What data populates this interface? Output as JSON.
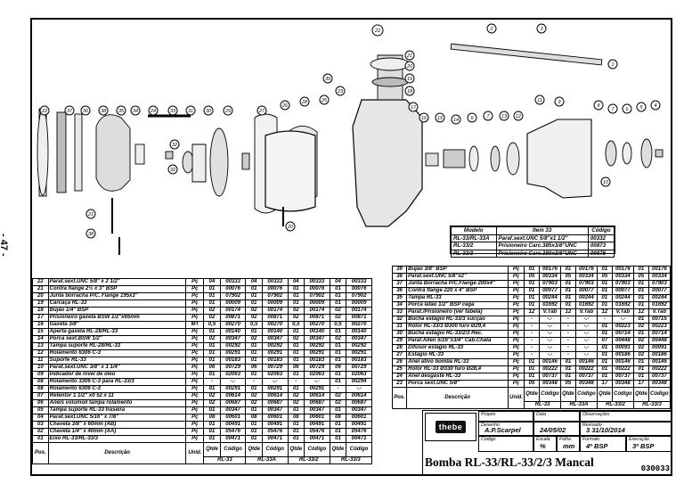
{
  "page_number": "- 47 -",
  "model_table": {
    "headers": [
      "Modelo",
      "Item 33",
      "Código"
    ],
    "rows": [
      [
        "RL-33/RL-33A",
        "Paraf.sext.UNC 5/8\"x1 1/2\"",
        "00332"
      ],
      [
        "RL-33/2",
        "Prisioneiro Carc.385x3/8\"UNC",
        "00873"
      ],
      [
        "RL-33/3",
        "Prisioneiro Carc.380x3/8\"UNC",
        "00875"
      ]
    ]
  },
  "left_table": {
    "rows": [
      [
        "22",
        "Paraf.sext.UNC 5/8\" x 2 1/2\"",
        "Pç",
        "04",
        "00333",
        "04",
        "00333",
        "04",
        "00333",
        "04",
        "00333"
      ],
      [
        "21",
        "Contra flange 2½ x 3\" BSP",
        "Pç",
        "01",
        "00076",
        "01",
        "00076",
        "01",
        "00076",
        "01",
        "00076"
      ],
      [
        "20",
        "Junta borracha P/C. Flange 195x3\"",
        "Pç",
        "01",
        "07902",
        "01",
        "07902",
        "01",
        "07902",
        "01",
        "07902"
      ],
      [
        "19",
        "Carcaça RL-33",
        "Pç",
        "01",
        "00009",
        "01",
        "00009",
        "01",
        "00009",
        "01",
        "00009"
      ],
      [
        "18",
        "Bujão 1/4\" BSP",
        "Pç",
        "02",
        "00174",
        "02",
        "00174",
        "02",
        "00174",
        "02",
        "00174"
      ],
      [
        "17",
        "Prisioneiro gaxeta BSW 1/2\"x65mm",
        "Pç",
        "02",
        "00871",
        "02",
        "00871",
        "02",
        "00871",
        "02",
        "00871"
      ],
      [
        "16",
        "Gaxeta 3/8\"",
        "MT",
        "0,5",
        "00270",
        "0,5",
        "00270",
        "0,5",
        "00270",
        "0,5",
        "00270"
      ],
      [
        "15",
        "Aperta gaxeta RL-28/RL-33",
        "Pç",
        "01",
        "00140",
        "01",
        "00140",
        "01",
        "00140",
        "01",
        "00140"
      ],
      [
        "14",
        "Porca sext.BSW 1/2\"",
        "Pç",
        "02",
        "00347",
        "02",
        "00347",
        "02",
        "00347",
        "02",
        "00347"
      ],
      [
        "13",
        "Tampa suporte RL-28/RL-33",
        "Pç",
        "01",
        "00292",
        "01",
        "00292",
        "01",
        "00292",
        "01",
        "00292"
      ],
      [
        "12",
        "Rolamento 6306 C-3",
        "Pç",
        "01",
        "00291",
        "01",
        "00291",
        "01",
        "00291",
        "01",
        "00291"
      ],
      [
        "11",
        "Suporte RL-33",
        "Pç",
        "01",
        "00183",
        "01",
        "00183",
        "01",
        "00183",
        "01",
        "00183"
      ],
      [
        "10",
        "Paraf.sext.UNC 3/8\" x 1 1/4\"",
        "Pç",
        "06",
        "00729",
        "06",
        "00729",
        "06",
        "00729",
        "06",
        "00729"
      ],
      [
        "09",
        "Indicador de nível de óleo",
        "Pç",
        "01",
        "02063",
        "01",
        "02063",
        "01",
        "02063",
        "01",
        "02063"
      ],
      [
        "08",
        "Rolamento 3306 C-3 para RL-33/3",
        "Pç",
        "-",
        "-.-",
        "-",
        "-.-",
        "-",
        "-.-",
        "01",
        "00294"
      ],
      [
        "08",
        "Rolamento 6306 C-3",
        "Pç",
        "01",
        "00291",
        "01",
        "00291",
        "01",
        "00291",
        "-",
        "-.-"
      ],
      [
        "07",
        "Retentor 1 1/2\" x0 52 x 11",
        "Pç",
        "02",
        "00614",
        "02",
        "00614",
        "02",
        "00614",
        "02",
        "00614"
      ],
      [
        "06",
        "Anéis volumoil tampa rolamento",
        "Pç",
        "02",
        "00687",
        "02",
        "00687",
        "02",
        "00687",
        "02",
        "00687"
      ],
      [
        "05",
        "Tampa suporte RL-33 traseira",
        "Pç",
        "01",
        "00347",
        "01",
        "00347",
        "01",
        "00347",
        "01",
        "00347"
      ],
      [
        "04",
        "Paraf.sext.UNC 5/16\" x 7/8\"",
        "Pç",
        "08",
        "00601",
        "08",
        "00601",
        "08",
        "00601",
        "08",
        "00601"
      ],
      [
        "03",
        "Chaveta 3/8\" x 60mm (AB)",
        "Pç",
        "01",
        "00491",
        "01",
        "00491",
        "01",
        "00491",
        "01",
        "00491"
      ],
      [
        "02",
        "Chaveta 1/4\" x 40mm (AA)",
        "Pç",
        "01",
        "05476",
        "01",
        "05476",
        "01",
        "05476",
        "01",
        "05476"
      ],
      [
        "01",
        "Eixo RL-33/RL-33/3",
        "Pç",
        "01",
        "00471",
        "01",
        "00471",
        "01",
        "00471",
        "01",
        "00471"
      ]
    ],
    "footer": {
      "pos": "Pos.",
      "desc": "Descrição",
      "unid": "Unid.",
      "qtd": "Qtde",
      "cod": "Código",
      "models": [
        "RL-33",
        "RL-33A",
        "RL-33/2",
        "RL-33/3"
      ]
    }
  },
  "right_table": {
    "rows": [
      [
        "39",
        "Bujão 3/8\" BSP",
        "Pç",
        "01",
        "00176",
        "01",
        "00176",
        "01",
        "00176",
        "01",
        "00176"
      ],
      [
        "38",
        "Paraf.sext.UNC 5/8\"x2\"",
        "Pç",
        "05",
        "00334",
        "05",
        "00334",
        "05",
        "00334",
        "05",
        "00334"
      ],
      [
        "37",
        "Junta Borracha P/C.Flange 200x4\"",
        "Pç",
        "01",
        "07903",
        "01",
        "07903",
        "01",
        "07903",
        "01",
        "07903"
      ],
      [
        "36",
        "Contra flange 220 x 4\" BSP",
        "Pç",
        "01",
        "00077",
        "01",
        "00077",
        "01",
        "00077",
        "01",
        "00077"
      ],
      [
        "35",
        "Tampa RL-33",
        "Pç",
        "01",
        "00244",
        "01",
        "00244",
        "01",
        "00244",
        "01",
        "00244"
      ],
      [
        "34",
        "Porca latão 1/2\" BSP cega",
        "Pç",
        "01",
        "01692",
        "01",
        "01692",
        "01",
        "01692",
        "01",
        "01692"
      ],
      [
        "33",
        "Paraf./Prisioneiro (ver tabela)",
        "Pç",
        "12",
        "V.Tab",
        "12",
        "V.Tab",
        "12",
        "V.Tab",
        "12",
        "V.Tab"
      ],
      [
        "32",
        "Bucha estágio RL-33/3 sucção",
        "Pç",
        "-",
        "-.-",
        "-",
        "-.-",
        "-",
        "-.-",
        "01",
        "00715"
      ],
      [
        "31",
        "Rotor RL-33/3 Ø300 furo Ø29,4",
        "Pç",
        "-",
        "-.-",
        "-",
        "-.-",
        "01",
        "00223",
        "02",
        "00223"
      ],
      [
        "30",
        "Bucha estágio RL-33/2/3 Rec.",
        "Pç",
        "-",
        "-.-",
        "-",
        "-.-",
        "01",
        "00714",
        "01",
        "00714"
      ],
      [
        "29",
        "Paraf.Allen 5/16\"x3/4\" Cab.Chata",
        "Pç",
        "-",
        "-.-",
        "-",
        "-.-",
        "07",
        "00448",
        "02",
        "00448"
      ],
      [
        "28",
        "Difusor estágio RL-33",
        "Pç",
        "-",
        "-.-",
        "-",
        "-.-",
        "01",
        "00091",
        "02",
        "00091"
      ],
      [
        "27",
        "Estágio RL-33",
        "Pç",
        "-",
        "-.-",
        "-",
        "-.-",
        "01",
        "00186",
        "02",
        "00186"
      ],
      [
        "26",
        "Anel ativo bomba RL-33",
        "Pç",
        "01",
        "00146",
        "01",
        "00146",
        "01",
        "00146",
        "01",
        "00146"
      ],
      [
        "25",
        "Rotor RL-33 Ø330 furo Ø28,4",
        "Pç",
        "01",
        "00222",
        "01",
        "00222",
        "01",
        "00222",
        "01",
        "00222"
      ],
      [
        "24",
        "Anel desgaste RL-33",
        "Pç",
        "01",
        "00737",
        "01",
        "00737",
        "01",
        "00737",
        "01",
        "00737"
      ],
      [
        "23",
        "Porca sext.UNC 5/8\"",
        "Pç",
        "05",
        "00348",
        "05",
        "00348",
        "17",
        "00348",
        "17",
        "00348"
      ]
    ],
    "footer": {
      "pos": "Pos.",
      "desc": "Descrição",
      "unid": "Unid.",
      "qtd": "Qtde",
      "cod": "Código",
      "models": [
        "RL-33",
        "RL-33A",
        "RL-33/2",
        "RL-33/3"
      ]
    }
  },
  "title_block": {
    "logo": "thebe",
    "projeto_label": "Projeto",
    "data_label": "Data",
    "obs_label": "Observações",
    "desenho_label": "Desenho",
    "desenho_value": "A.P.Scarpel",
    "data_value": "24/05/02",
    "revisado_label": "Revisado",
    "revisado_value": "3 31/10/2014",
    "codigo_label": "Código",
    "escala_label": "Escala",
    "escala_value": "%",
    "folha_label": "Folha",
    "folha_value": "mm",
    "formato_label": "Formato",
    "formato_value": "4º BSP",
    "execucao_label": "Execução",
    "execucao_value": "3º BSP",
    "title": "Bomba RL-33/RL-33/2/3 Mancal",
    "code": "030033"
  },
  "callouts": [
    "1",
    "2",
    "3",
    "4",
    "5",
    "6",
    "7",
    "8",
    "9",
    "10",
    "11",
    "12",
    "13",
    "14",
    "15",
    "16",
    "17",
    "18",
    "19",
    "20",
    "21",
    "22",
    "23",
    "24",
    "25",
    "26",
    "27",
    "28",
    "29",
    "30",
    "31",
    "32",
    "33",
    "34",
    "35",
    "36",
    "37",
    "38",
    "39"
  ]
}
